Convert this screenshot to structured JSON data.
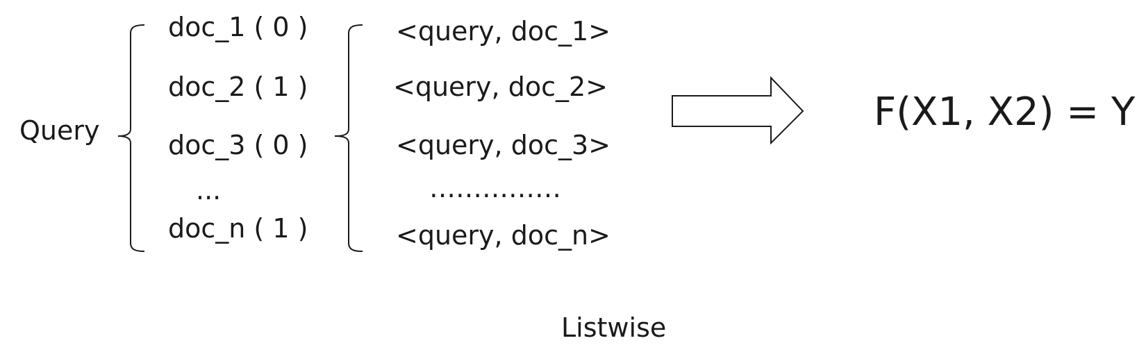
{
  "query_label": "Query",
  "docs": [
    {
      "label": "doc_1 ( 0 )"
    },
    {
      "label": "doc_2 ( 1 )"
    },
    {
      "label": "doc_3 ( 0 )"
    },
    {
      "label": "..."
    },
    {
      "label": "doc_n ( 1 )"
    }
  ],
  "pairs": [
    {
      "label": "<query, doc_1>"
    },
    {
      "label": "<query, doc_2>"
    },
    {
      "label": "<query, doc_3>"
    },
    {
      "label": "……………"
    },
    {
      "label": "<query, doc_n>"
    }
  ],
  "formula": "F(X1, X2) = Y",
  "caption": "Listwise"
}
